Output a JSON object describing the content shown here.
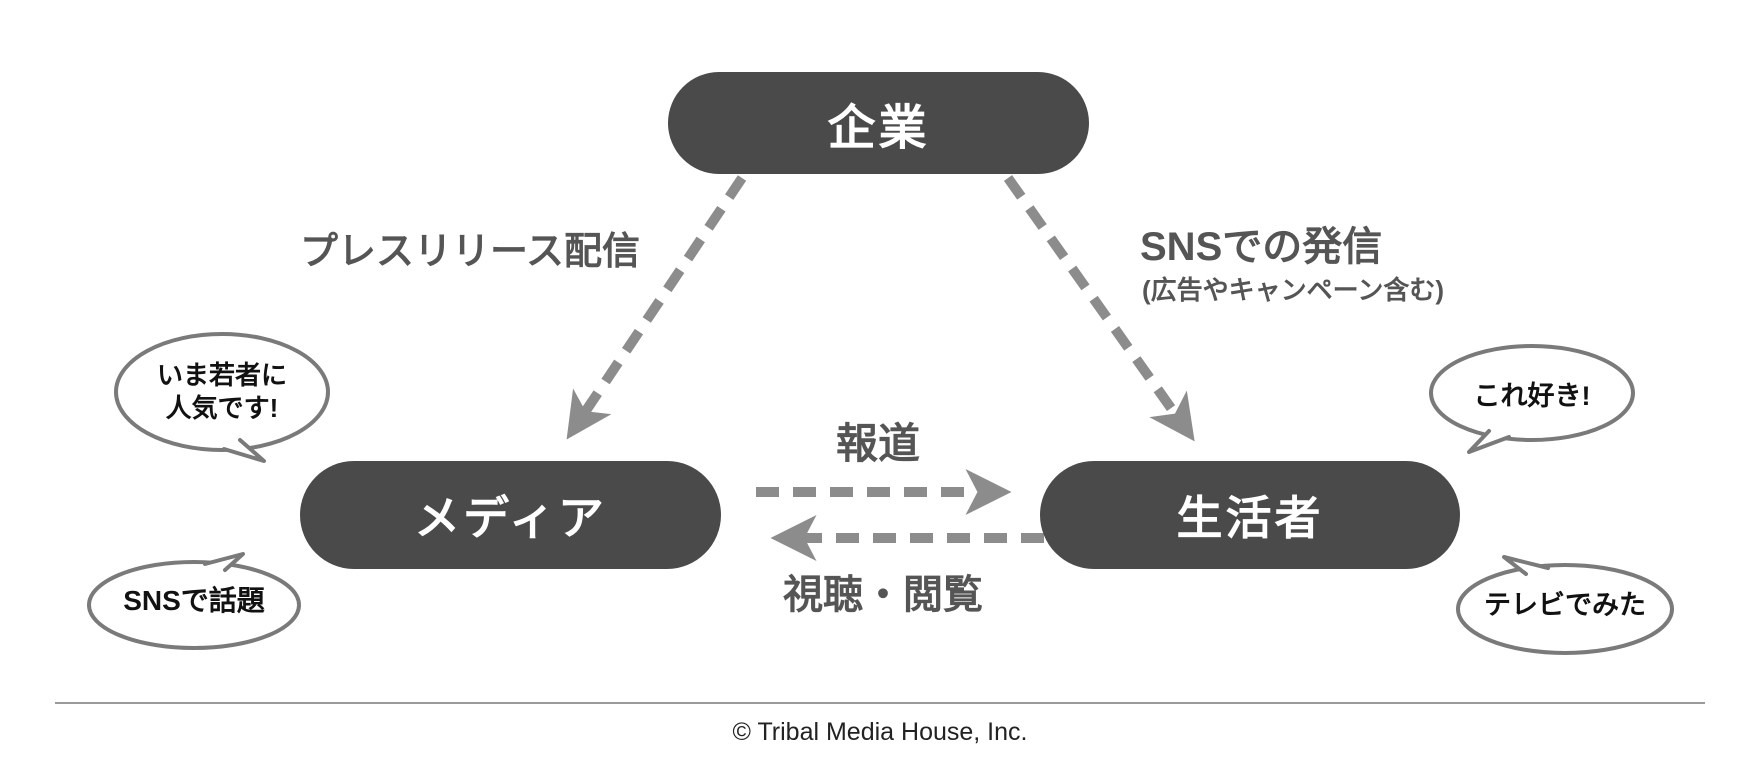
{
  "diagram": {
    "nodes": {
      "company": {
        "label": "企業"
      },
      "media": {
        "label": "メディア"
      },
      "consumer": {
        "label": "生活者"
      }
    },
    "edges": {
      "press_release": {
        "label": "プレスリリース配信"
      },
      "sns": {
        "label": "SNSでの発信",
        "sublabel": "(広告やキャンペーン含む)"
      },
      "report": {
        "label": "報道"
      },
      "view": {
        "label": "視聴・閲覧"
      }
    },
    "bubbles": {
      "media_top": {
        "lines": [
          "いま若者に",
          "人気です!"
        ]
      },
      "media_bottom": {
        "label": "SNSで話題"
      },
      "consumer_top": {
        "label": "これ好き!"
      },
      "consumer_bottom": {
        "label": "テレビでみた"
      }
    },
    "colors": {
      "node_bg": "#4a4a4a",
      "node_text": "#ffffff",
      "arrow": "#8c8c8c",
      "edge_label_text": "#555555",
      "bubble_border": "#7a7a7a",
      "bubble_text": "#111111"
    }
  },
  "footer": {
    "copyright": "© Tribal Media House, Inc."
  }
}
